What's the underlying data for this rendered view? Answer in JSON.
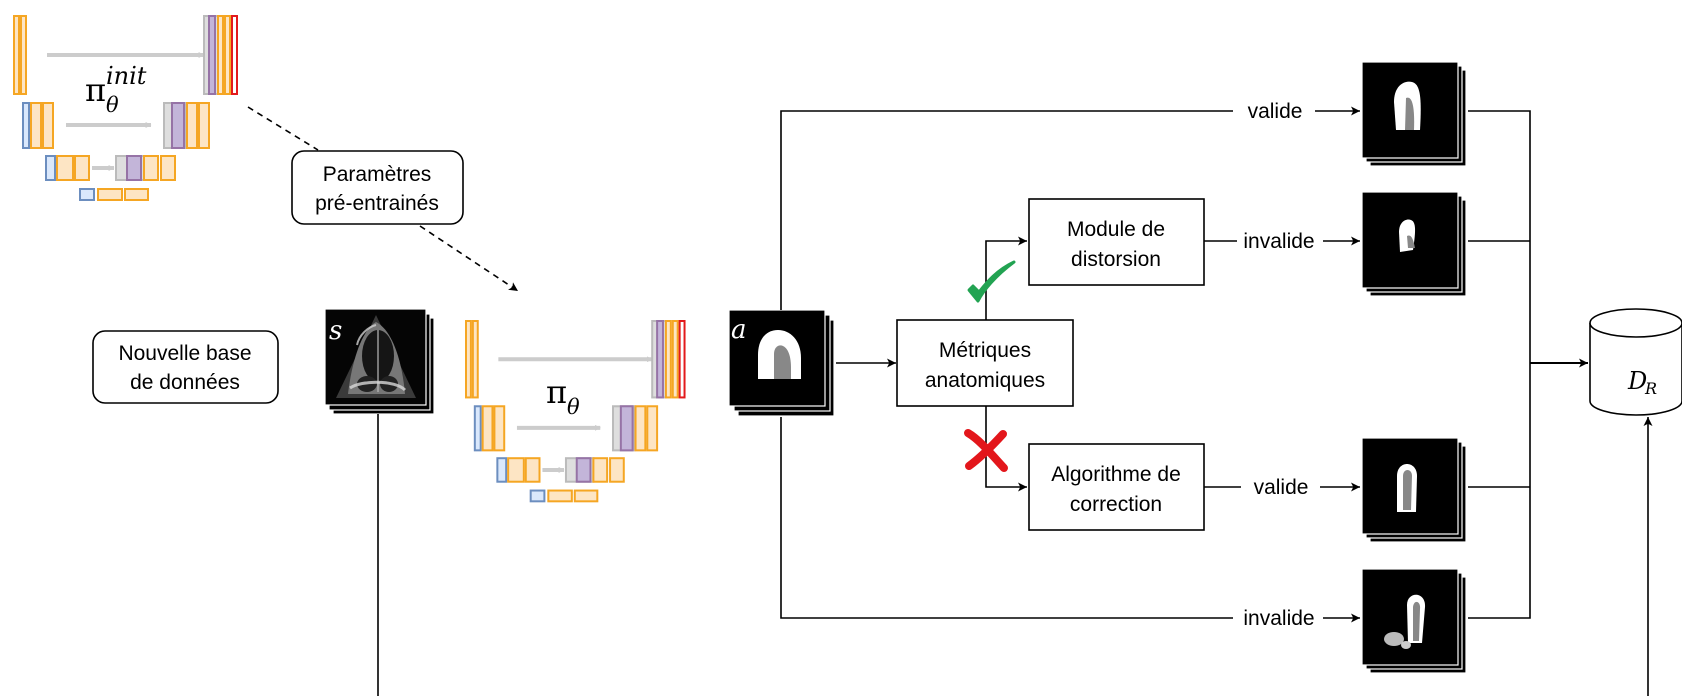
{
  "colors": {
    "encoder_block": "#f5a623",
    "encoder_fill": "#fde5c4",
    "input_block": "#6c8ebf",
    "input_fill": "#dae8fc",
    "skip_block": "#9673a6",
    "skip_fill": "#c3b5d9",
    "output_block": "#e31a1c",
    "skip_arrow": "#cccccc",
    "check": "#22a352",
    "cross": "#e3161b",
    "line": "#000000"
  },
  "pretrained_network": {
    "symbol": "π",
    "subscript": "θ",
    "superscript": "init"
  },
  "network": {
    "symbol": "π",
    "subscript": "θ"
  },
  "pretrained_params_box": {
    "line1": "Paramètres",
    "line2": "pré-entrainés"
  },
  "new_database_box": {
    "line1": "Nouvelle base",
    "line2": "de données"
  },
  "input_image": {
    "label": "s",
    "icon": "echocardiogram-image"
  },
  "segmentation_image": {
    "label": "a",
    "icon": "segmentation-mask"
  },
  "metrics_box": {
    "line1": "Métriques",
    "line2": "anatomiques"
  },
  "distortion_box": {
    "line1": "Module de",
    "line2": "distorsion"
  },
  "correction_box": {
    "line1": "Algorithme de",
    "line2": "correction"
  },
  "branches": {
    "top_label": "valide",
    "distortion_label": "invalide",
    "correction_label": "valide",
    "bottom_label": "invalide"
  },
  "decision_icons": {
    "pass": "check-mark-icon",
    "fail": "cross-mark-icon"
  },
  "dataset": {
    "symbol": "D",
    "subscript": "R",
    "icon": "database-cylinder"
  }
}
